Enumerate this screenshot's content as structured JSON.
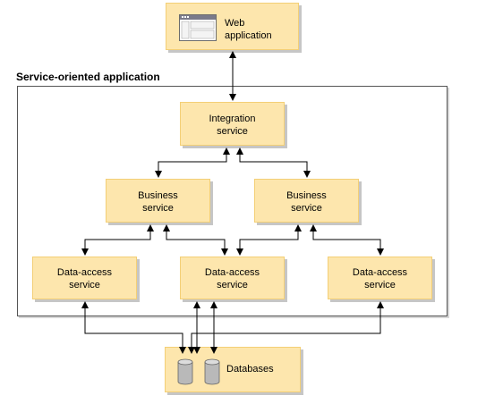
{
  "web_app": {
    "line1": "Web",
    "line2": "application"
  },
  "container_title": "Service-oriented application",
  "integration": {
    "line1": "Integration",
    "line2": "service"
  },
  "business": [
    {
      "line1": "Business",
      "line2": "service"
    },
    {
      "line1": "Business",
      "line2": "service"
    }
  ],
  "data_access": [
    {
      "line1": "Data-access",
      "line2": "service"
    },
    {
      "line1": "Data-access",
      "line2": "service"
    },
    {
      "line1": "Data-access",
      "line2": "service"
    }
  ],
  "databases": {
    "label": "Databases"
  },
  "colors": {
    "box_fill": "#fde6ad",
    "box_border": "#f3cf76",
    "line": "#000000"
  }
}
